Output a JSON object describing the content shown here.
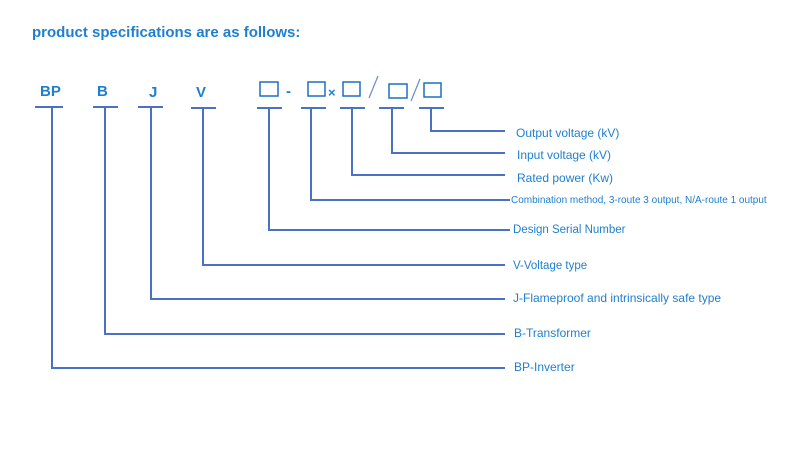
{
  "title": "product specifications are as follows:",
  "codes": {
    "bp": "BP",
    "b": "B",
    "j": "J",
    "v": "V",
    "dash": "-",
    "times": "×"
  },
  "labels": {
    "output": "Output voltage (kV)",
    "input": "Input voltage (kV)",
    "rated": "Rated power (Kw)",
    "combination": "Combination method, 3-route 3 output, N/A-route 1 output",
    "design": "Design Serial Number",
    "v": "V-Voltage type",
    "j": "J-Flameproof and intrinsically safe type",
    "b": "B-Transformer",
    "bp": "BP-Inverter"
  },
  "colors": {
    "text": "#1f7fcf",
    "line": "#4a72c4"
  }
}
